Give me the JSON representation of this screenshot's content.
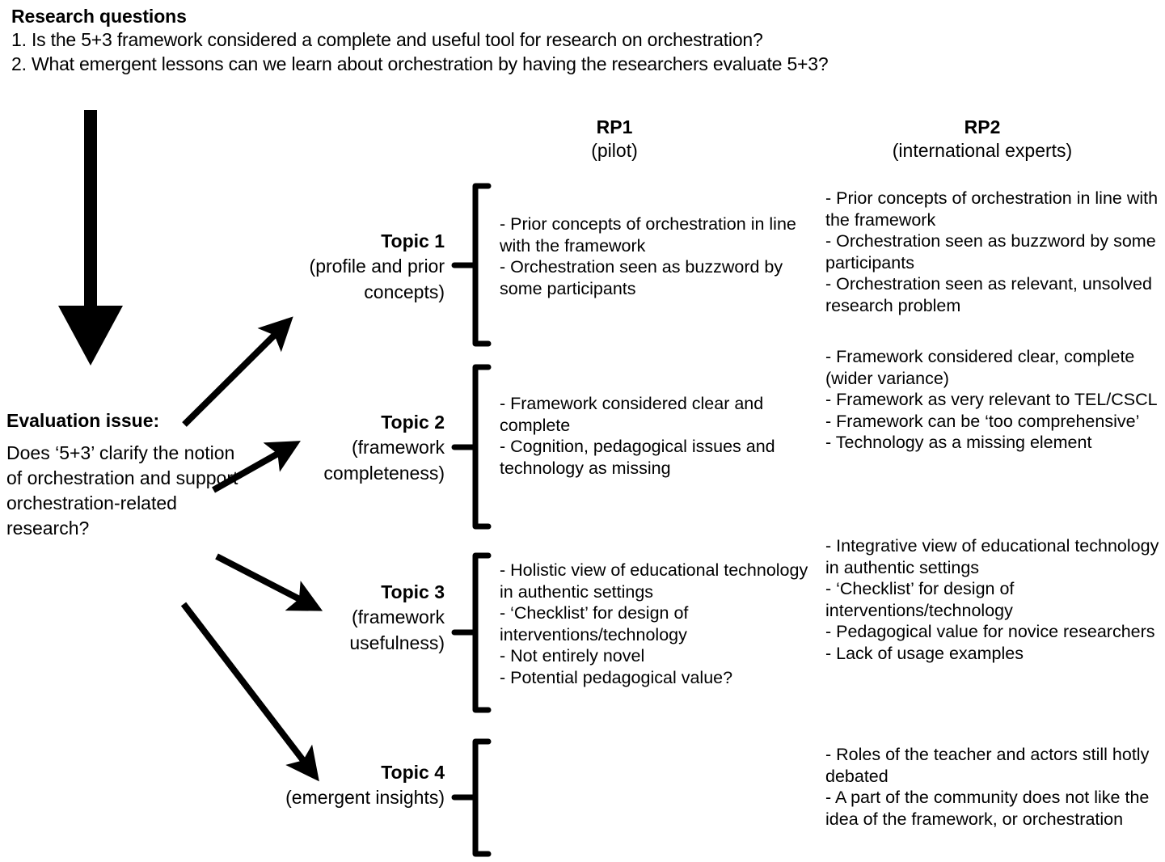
{
  "header": {
    "title": "Research questions",
    "questions": [
      "1. Is the 5+3 framework considered a complete and useful tool for research on orchestration?",
      "2. What emergent lessons can we learn about orchestration by having the researchers evaluate 5+3?"
    ]
  },
  "columns": [
    {
      "id": "rp1",
      "name": "RP1",
      "subtitle": "(pilot)"
    },
    {
      "id": "rp2",
      "name": "RP2",
      "subtitle": "(international experts)"
    }
  ],
  "evaluation": {
    "label": "Evaluation issue:",
    "question": "Does ‘5+3’ clarify the notion of orchestration and support orchestration-related research?"
  },
  "topics": [
    {
      "name": "Topic 1",
      "subtitle": "(profile and prior concepts)",
      "rp1": [
        "- Prior concepts of orchestration in line with the framework",
        "- Orchestration seen as buzzword by some participants"
      ],
      "rp2": [
        "- Prior concepts of orchestration in line with the framework",
        "- Orchestration seen as buzzword by some participants",
        "- Orchestration seen as relevant, unsolved research problem"
      ]
    },
    {
      "name": "Topic 2",
      "subtitle": "(framework completeness)",
      "rp1": [
        "- Framework considered clear and complete",
        "- Cognition, pedagogical issues and technology as missing"
      ],
      "rp2": [
        "- Framework considered clear, complete (wider variance)",
        "- Framework as very relevant to TEL/CSCL",
        "- Framework can be ‘too comprehensive’",
        "- Technology as a missing element"
      ]
    },
    {
      "name": "Topic 3",
      "subtitle": "(framework usefulness)",
      "rp1": [
        "- Holistic view of educational technology in authentic settings",
        "- ‘Checklist’ for design of interventions/technology",
        "- Not entirely novel",
        "- Potential pedagogical value?"
      ],
      "rp2": [
        "- Integrative view of educational technology in authentic settings",
        "- ‘Checklist’ for design of interventions/technology",
        "- Pedagogical value for novice researchers",
        "- Lack of usage examples"
      ]
    },
    {
      "name": "Topic 4",
      "subtitle": "(emergent insights)",
      "rp1": [],
      "rp2": [
        "- Roles of the teacher and actors still hotly debated",
        "- A part of the community does not like the idea of the framework, or orchestration"
      ]
    }
  ],
  "icons": {
    "down_arrow": "down-arrow",
    "connector_arrows": [
      "arrow-to-topic-1",
      "arrow-to-topic-2",
      "arrow-to-topic-3",
      "arrow-to-topic-4"
    ],
    "brackets": [
      "bracket-topic-1",
      "bracket-topic-2",
      "bracket-topic-3",
      "bracket-topic-4"
    ]
  },
  "colors": {
    "ink": "#000000",
    "background": "#ffffff"
  }
}
